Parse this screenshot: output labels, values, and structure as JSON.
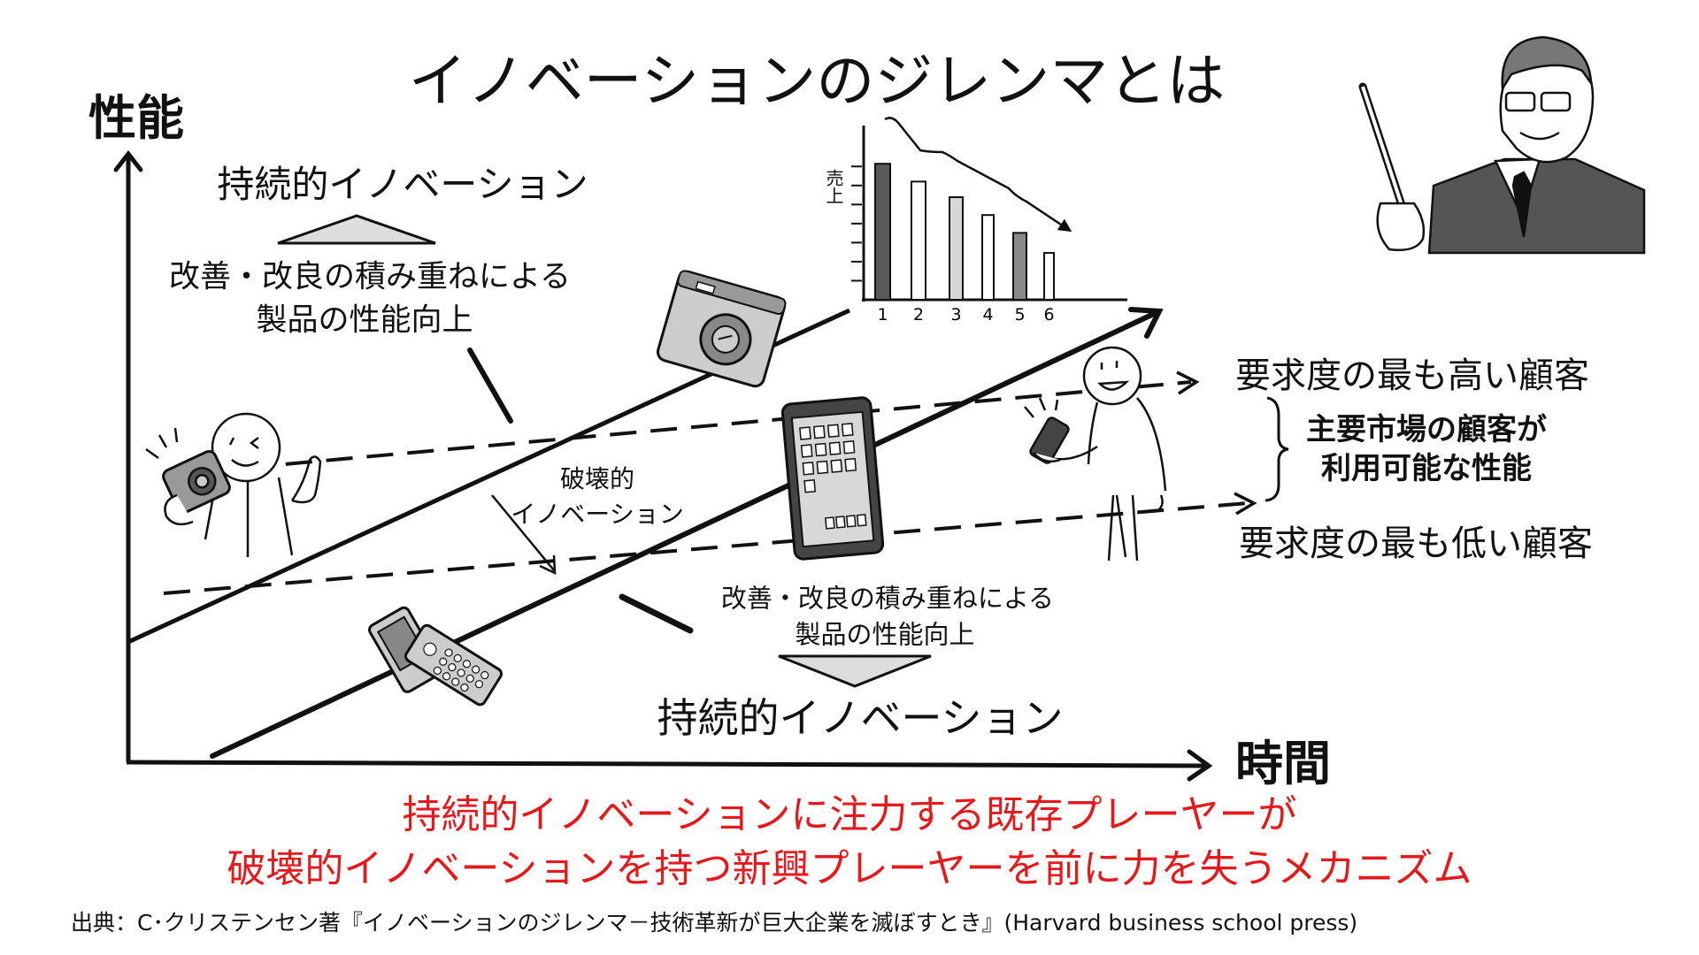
{
  "title": "イノベーションのジレンマとは",
  "axes": {
    "y_label": "性能",
    "x_label": "時間"
  },
  "top_block": {
    "heading": "持続的イノベーション",
    "line1": "改善・改良の積み重ねによる",
    "line2": "製品の性能向上"
  },
  "disruptive": {
    "line1": "破壊的",
    "line2": "イノベーション"
  },
  "bottom_block": {
    "line1": "改善・改良の積み重ねによる",
    "line2": "製品の性能向上",
    "heading": "持続的イノベーション"
  },
  "right_labels": {
    "high": "要求度の最も高い顧客",
    "mid1": "主要市場の顧客が",
    "mid2": "利用可能な性能",
    "low": "要求度の最も低い顧客"
  },
  "conclusion": {
    "line1": "持続的イノベーションに注力する既存プレーヤーが",
    "line2": "破壊的イノベーションを持つ新興プレーヤーを前に力を失うメカニズム",
    "color": "#e5191c"
  },
  "source": "出典：C･クリステンセン著『イノベーションのジレンマ－技術革新が巨大企業を滅ぼすとき』(Harvard business school press)",
  "chart_data": {
    "type": "bar",
    "title": "",
    "xlabel": "",
    "ylabel": "売上",
    "categories": [
      "1",
      "2",
      "3",
      "4",
      "5",
      "6"
    ],
    "values": [
      6.1,
      5.3,
      4.6,
      3.8,
      3.0,
      2.1
    ],
    "ylim": [
      0,
      7.5
    ],
    "bar_colors": [
      "#5a5a5a",
      "#ffffff",
      "#d6d6d6",
      "#ffffff",
      "#8a8a8a",
      "#ffffff"
    ],
    "trend": "decreasing"
  }
}
